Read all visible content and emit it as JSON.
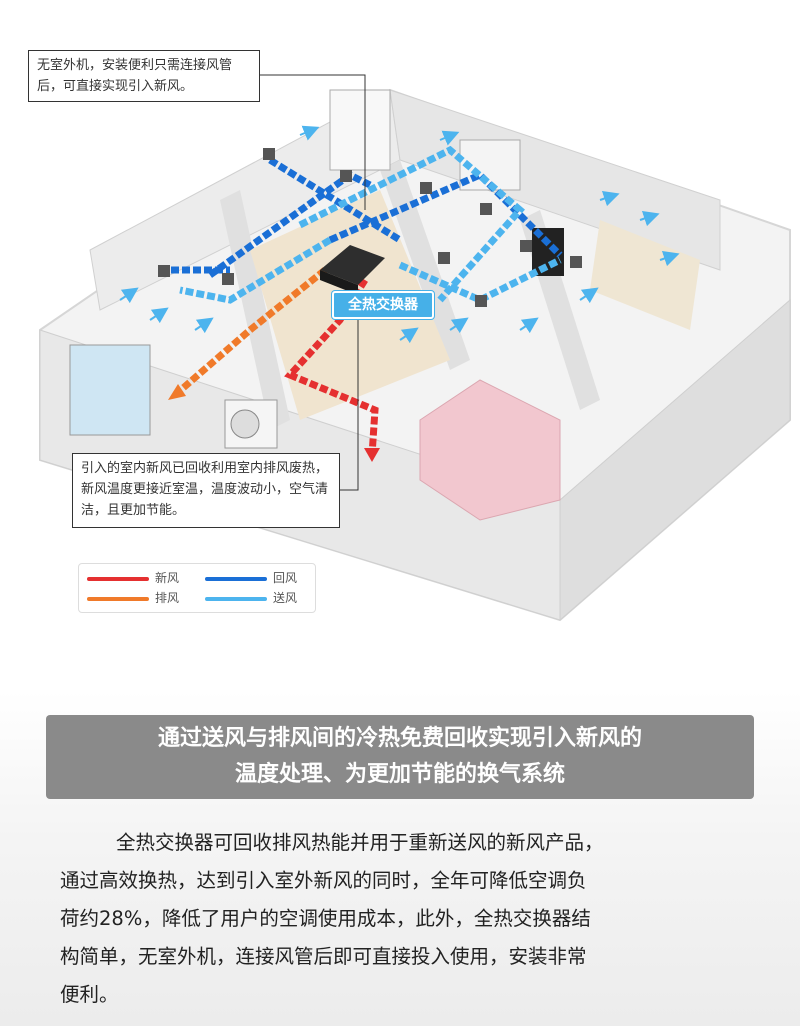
{
  "diagram": {
    "callout_top": "无室外机，安装便利只需连接风管后，可直接实现引入新风。",
    "callout_bottom": "引入的室内新风已回收利用室内排风废热，新风温度更接近室温，温度波动小，空气清洁，且更加节能。",
    "exchanger_label": "全热交换器",
    "legend": [
      {
        "label": "新风",
        "color": "#e53030"
      },
      {
        "label": "回风",
        "color": "#1a6fd6"
      },
      {
        "label": "排风",
        "color": "#f07a2a"
      },
      {
        "label": "送风",
        "color": "#4db4ee"
      }
    ]
  },
  "banner": {
    "line1": "通过送风与排风间的冷热免费回收实现引入新风的",
    "line2": "温度处理、为更加节能的换气系统"
  },
  "paragraph": {
    "line1": "全热交换器可回收排风热能并用于重新送风的新风产品，",
    "line2": "通过高效换热，达到引入室外新风的同时，全年可降低空调负",
    "line3": "荷约28%，降低了用户的空调使用成本，此外，全热交换器结",
    "line4": "构简单，无室外机，连接风管后即可直接投入使用，安装非常",
    "line5": "便利。"
  }
}
